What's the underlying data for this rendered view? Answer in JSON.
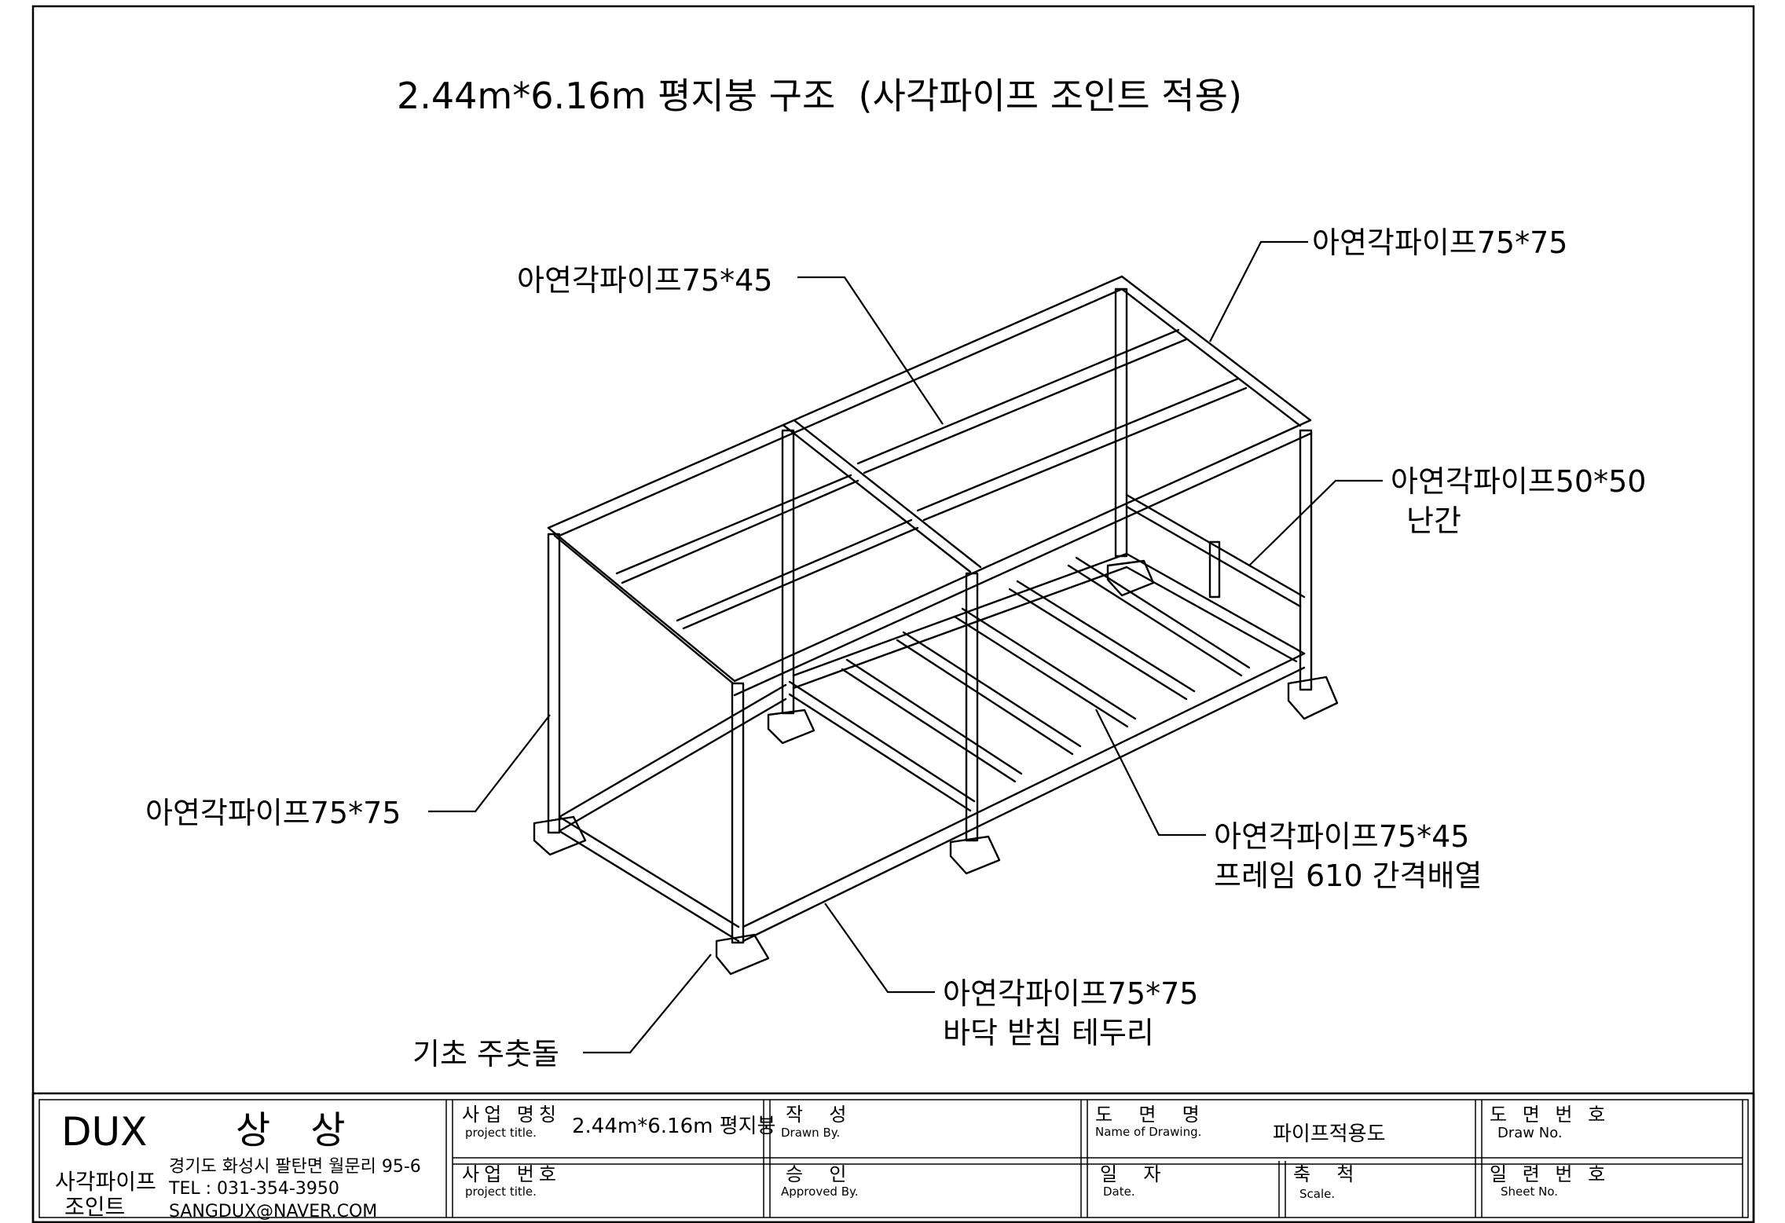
{
  "drawing": {
    "title": "2.44m*6.16m 평지붕 구조  (사각파이프 조인트 적용)",
    "callouts": {
      "top_beam": "아연각파이프75*45",
      "top_right": "아연각파이프75*75",
      "railing_line1": "아연각파이프50*50",
      "railing_line2": "난간",
      "left_post": "아연각파이프75*75",
      "floor_frame_line1": "아연각파이프75*45",
      "floor_frame_line2": "프레임 610 간격배열",
      "bottom_edge_line1": "아연각파이프75*75",
      "bottom_edge_line2": "바닥 받침 테두리",
      "foundation": "기초 주춧돌"
    }
  },
  "title_block": {
    "brand": "DUX",
    "brand_korean": "상 상",
    "company_line1": "사각파이프",
    "company_line2": "조인트",
    "address": "경기도 화성시 팔탄면 월문리 95-6",
    "tel": "TEL : 031-354-3950",
    "email": "SANGDUX@NAVER.COM",
    "project_name_ko": "사업 명칭",
    "project_name_en": "project title.",
    "project_name_value": "2.44m*6.16m 평지붕",
    "project_no_ko": "사업 번호",
    "project_no_en": "project title.",
    "drawn_ko": "작  성",
    "drawn_en": "Drawn By.",
    "approved_ko": "승  인",
    "approved_en": "Approved By.",
    "drawing_name_ko": "도  면  명",
    "drawing_name_en": "Name of Drawing.",
    "drawing_name_value": "파이프적용도",
    "date_ko": "일  자",
    "date_en": "Date.",
    "scale_ko": "축  척",
    "scale_en": "Scale.",
    "draw_no_ko": "도 면 번 호",
    "draw_no_en": "Draw No.",
    "sheet_no_ko": "일 련 번 호",
    "sheet_no_en": "Sheet No."
  }
}
